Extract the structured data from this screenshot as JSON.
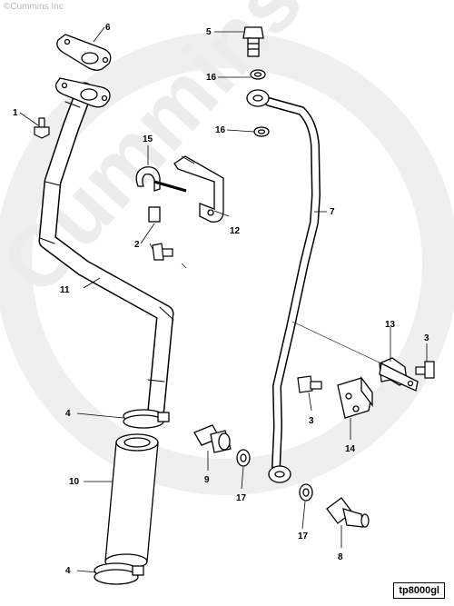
{
  "copyright": "©Cummins Inc",
  "watermark": "Cummins",
  "figure_id": "tp8000gl",
  "colors": {
    "line": "#000000",
    "watermark": "#ececec",
    "part_fill": "#ffffff"
  },
  "callouts": {
    "c1": "1",
    "c2": "2",
    "c3a": "3",
    "c3b": "3",
    "c4a": "4",
    "c4b": "4",
    "c5": "5",
    "c6": "6",
    "c7": "7",
    "c8": "8",
    "c9": "9",
    "c10": "10",
    "c11": "11",
    "c12": "12",
    "c13": "13",
    "c14": "14",
    "c15": "15",
    "c16a": "16",
    "c16b": "16",
    "c17a": "17",
    "c17b": "17"
  }
}
